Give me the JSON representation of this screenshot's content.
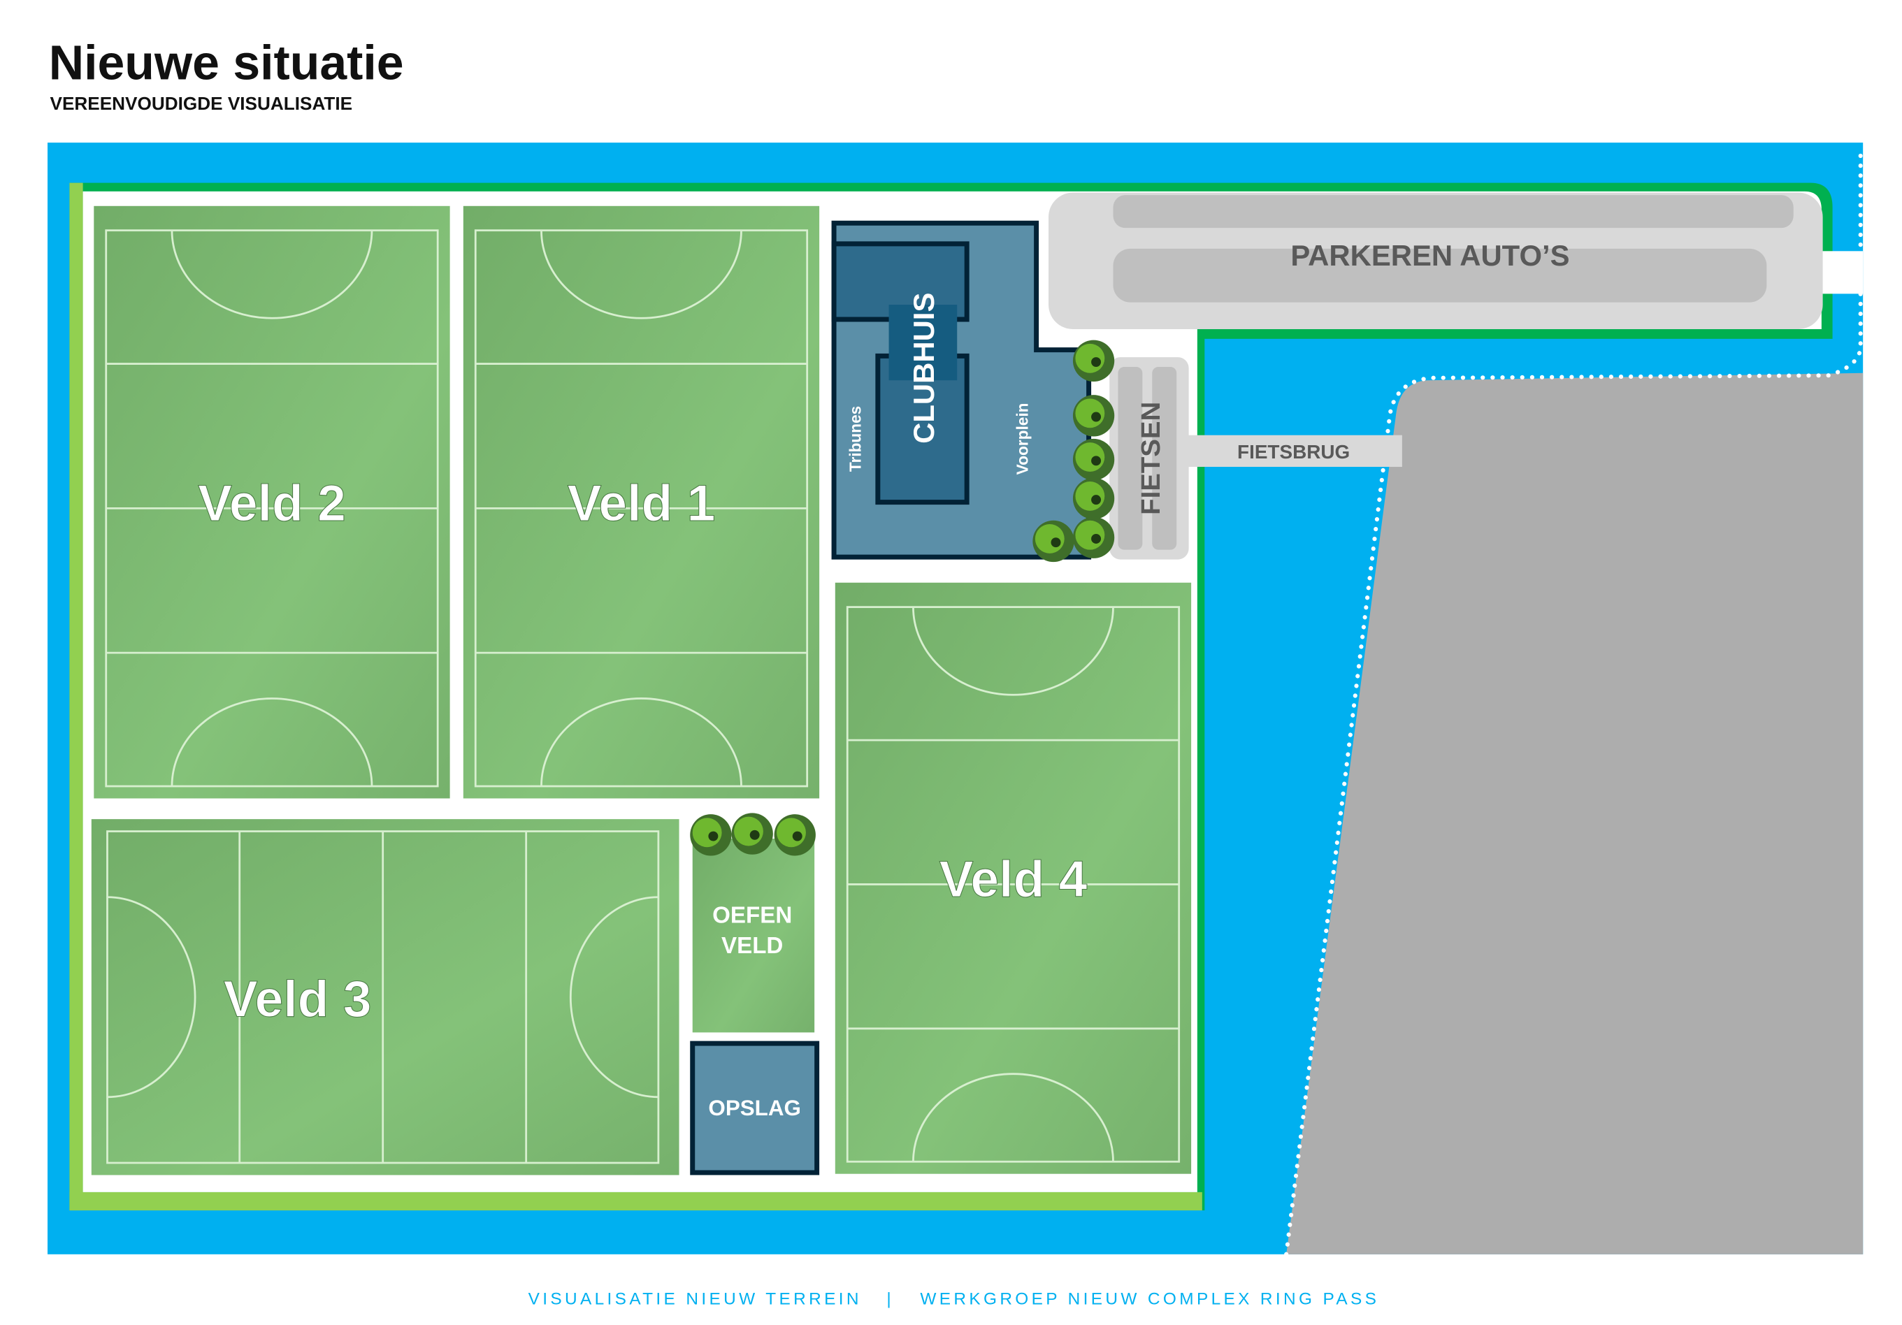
{
  "header": {
    "title": "Nieuwe situatie",
    "subtitle": "VEREENVOUDIGDE VISUALISATIE"
  },
  "labels": {
    "parking": "PARKEREN AUTO’S",
    "bikes": "FIETSEN",
    "bike_bridge": "FIETSBRUG",
    "clubhouse": "CLUBHUIS",
    "stands": "Tribunes",
    "forecourt": "Voorplein",
    "field1": "Veld 1",
    "field2": "Veld 2",
    "field3": "Veld 3",
    "field4": "Veld 4",
    "practice_line1": "OEFEN",
    "practice_line2": "VELD",
    "storage": "OPSLAG"
  },
  "footer": {
    "left": "VISUALISATIE NIEUW TERREIN",
    "separator": "|",
    "right": "WERKGROEP NIEUW COMPLEX RING PASS"
  },
  "colors": {
    "water": "#00b0f0",
    "border_green": "#00b050",
    "light_green": "#92d050",
    "field": "#7db873",
    "building": "#5b8fa8",
    "building_dark": "#2e6b8c",
    "road": "#adadad",
    "paving": "#d9d9d9"
  }
}
